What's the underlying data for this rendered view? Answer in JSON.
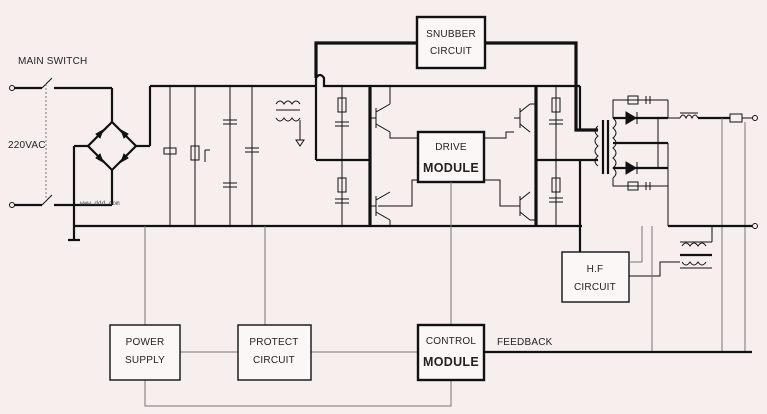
{
  "labels": {
    "main_switch": "MAIN SWITCH",
    "input_voltage": "220VAC",
    "watermark": "www.ddd.com"
  },
  "blocks": {
    "snubber": {
      "line1": "SNUBBER",
      "line2": "CIRCUIT"
    },
    "drive": {
      "line1": "DRIVE",
      "line2": "MODULE"
    },
    "hf": {
      "line1": "H.F",
      "line2": "CIRCUIT"
    },
    "power_supply": {
      "line1": "POWER",
      "line2": "SUPPLY"
    },
    "protect": {
      "line1": "PROTECT",
      "line2": "CIRCUIT"
    },
    "control": {
      "line1": "CONTROL",
      "line2": "MODULE"
    }
  },
  "signals": {
    "feedback": "FEEDBACK"
  }
}
